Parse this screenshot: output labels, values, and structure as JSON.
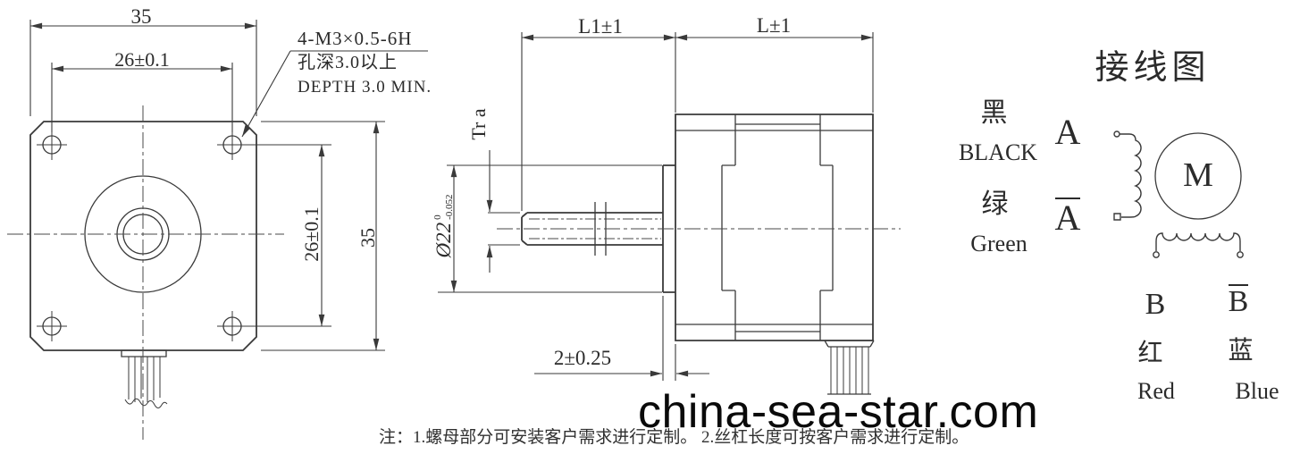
{
  "left_view": {
    "dim_width_total": "35",
    "dim_width_holes": "26±0.1",
    "dim_height_holes": "26±0.1",
    "dim_height_total": "35",
    "hole_callout_spec": "4-M3×0.5-6H",
    "hole_callout_depth_cn": "孔深3.0以上",
    "hole_callout_depth_en": "DEPTH 3.0 MIN."
  },
  "side_view": {
    "dim_screw_length": "L1±1",
    "dim_body_length": "L±1",
    "screw_thread": "Tr a",
    "boss_diameter": "Ø22",
    "boss_tolerance_upper": "0",
    "boss_tolerance_lower": "-0.052",
    "dim_boss_depth": "2±0.25"
  },
  "wiring_diagram": {
    "title": "接线图",
    "motor_label": "M",
    "lead_a": {
      "phase": "A",
      "color_cn": "黑",
      "color_en": "BLACK"
    },
    "lead_a_bar": {
      "phase": "A",
      "color_cn": "绿",
      "color_en": "Green"
    },
    "lead_b": {
      "phase": "B",
      "color_cn": "红",
      "color_en": "Red"
    },
    "lead_b_bar": {
      "phase": "B",
      "color_cn": "蓝",
      "color_en": "Blue"
    }
  },
  "footer": {
    "watermark": "china-sea-star.com",
    "note": "注：1.螺母部分可安装客户需求进行定制。  2.丝杠长度可按客户需求进行定制。"
  },
  "colors": {
    "line": "#3a3a3a",
    "text": "#2b2b2b",
    "background": "#ffffff"
  }
}
